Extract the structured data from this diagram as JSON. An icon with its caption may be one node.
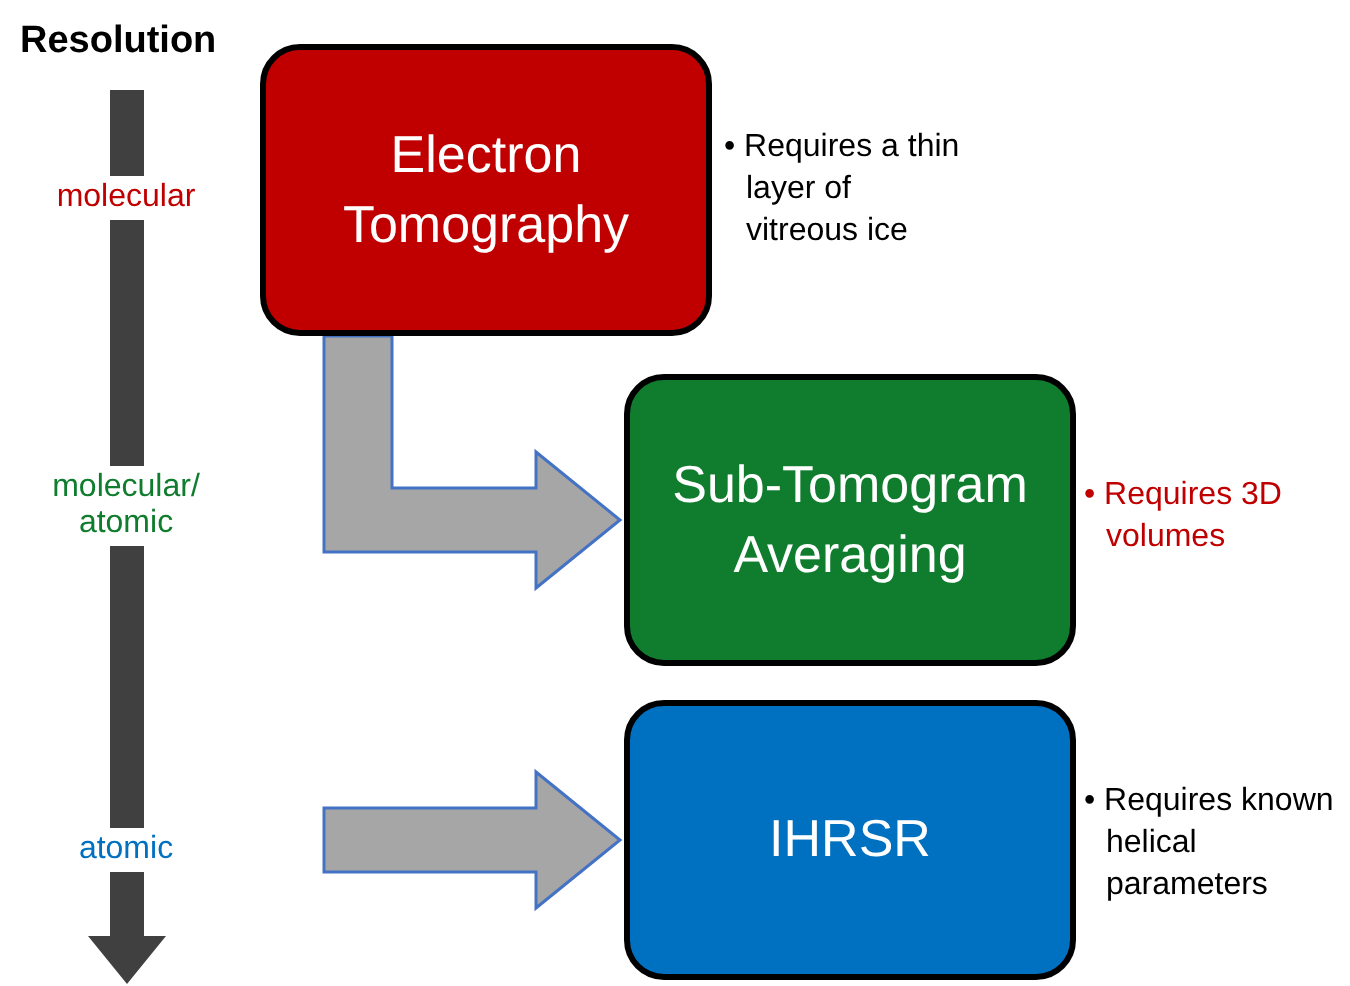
{
  "diagram": {
    "title": "Resolution",
    "nodes": [
      {
        "text": [
          "Electron Tomography"
        ],
        "beside": [
          "• Requires a thin layer of vitreous ice"
        ]
      },
      {
        "text": [
          "Sub-Tomogram Averaging"
        ],
        "beside": [
          "• Requires 3D volumes"
        ]
      },
      {
        "text": [
          "IHRSR"
        ],
        "beside": [
          "• Requires known helical parameters"
        ]
      }
    ],
    "edges": [
      {
        "from": 0,
        "to": 1,
        "arrow": "to"
      },
      {
        "from": null,
        "to": 2,
        "arrow": "to"
      }
    ],
    "labels": [
      "molecular",
      "molecular/ atomic",
      "atomic"
    ]
  }
}
